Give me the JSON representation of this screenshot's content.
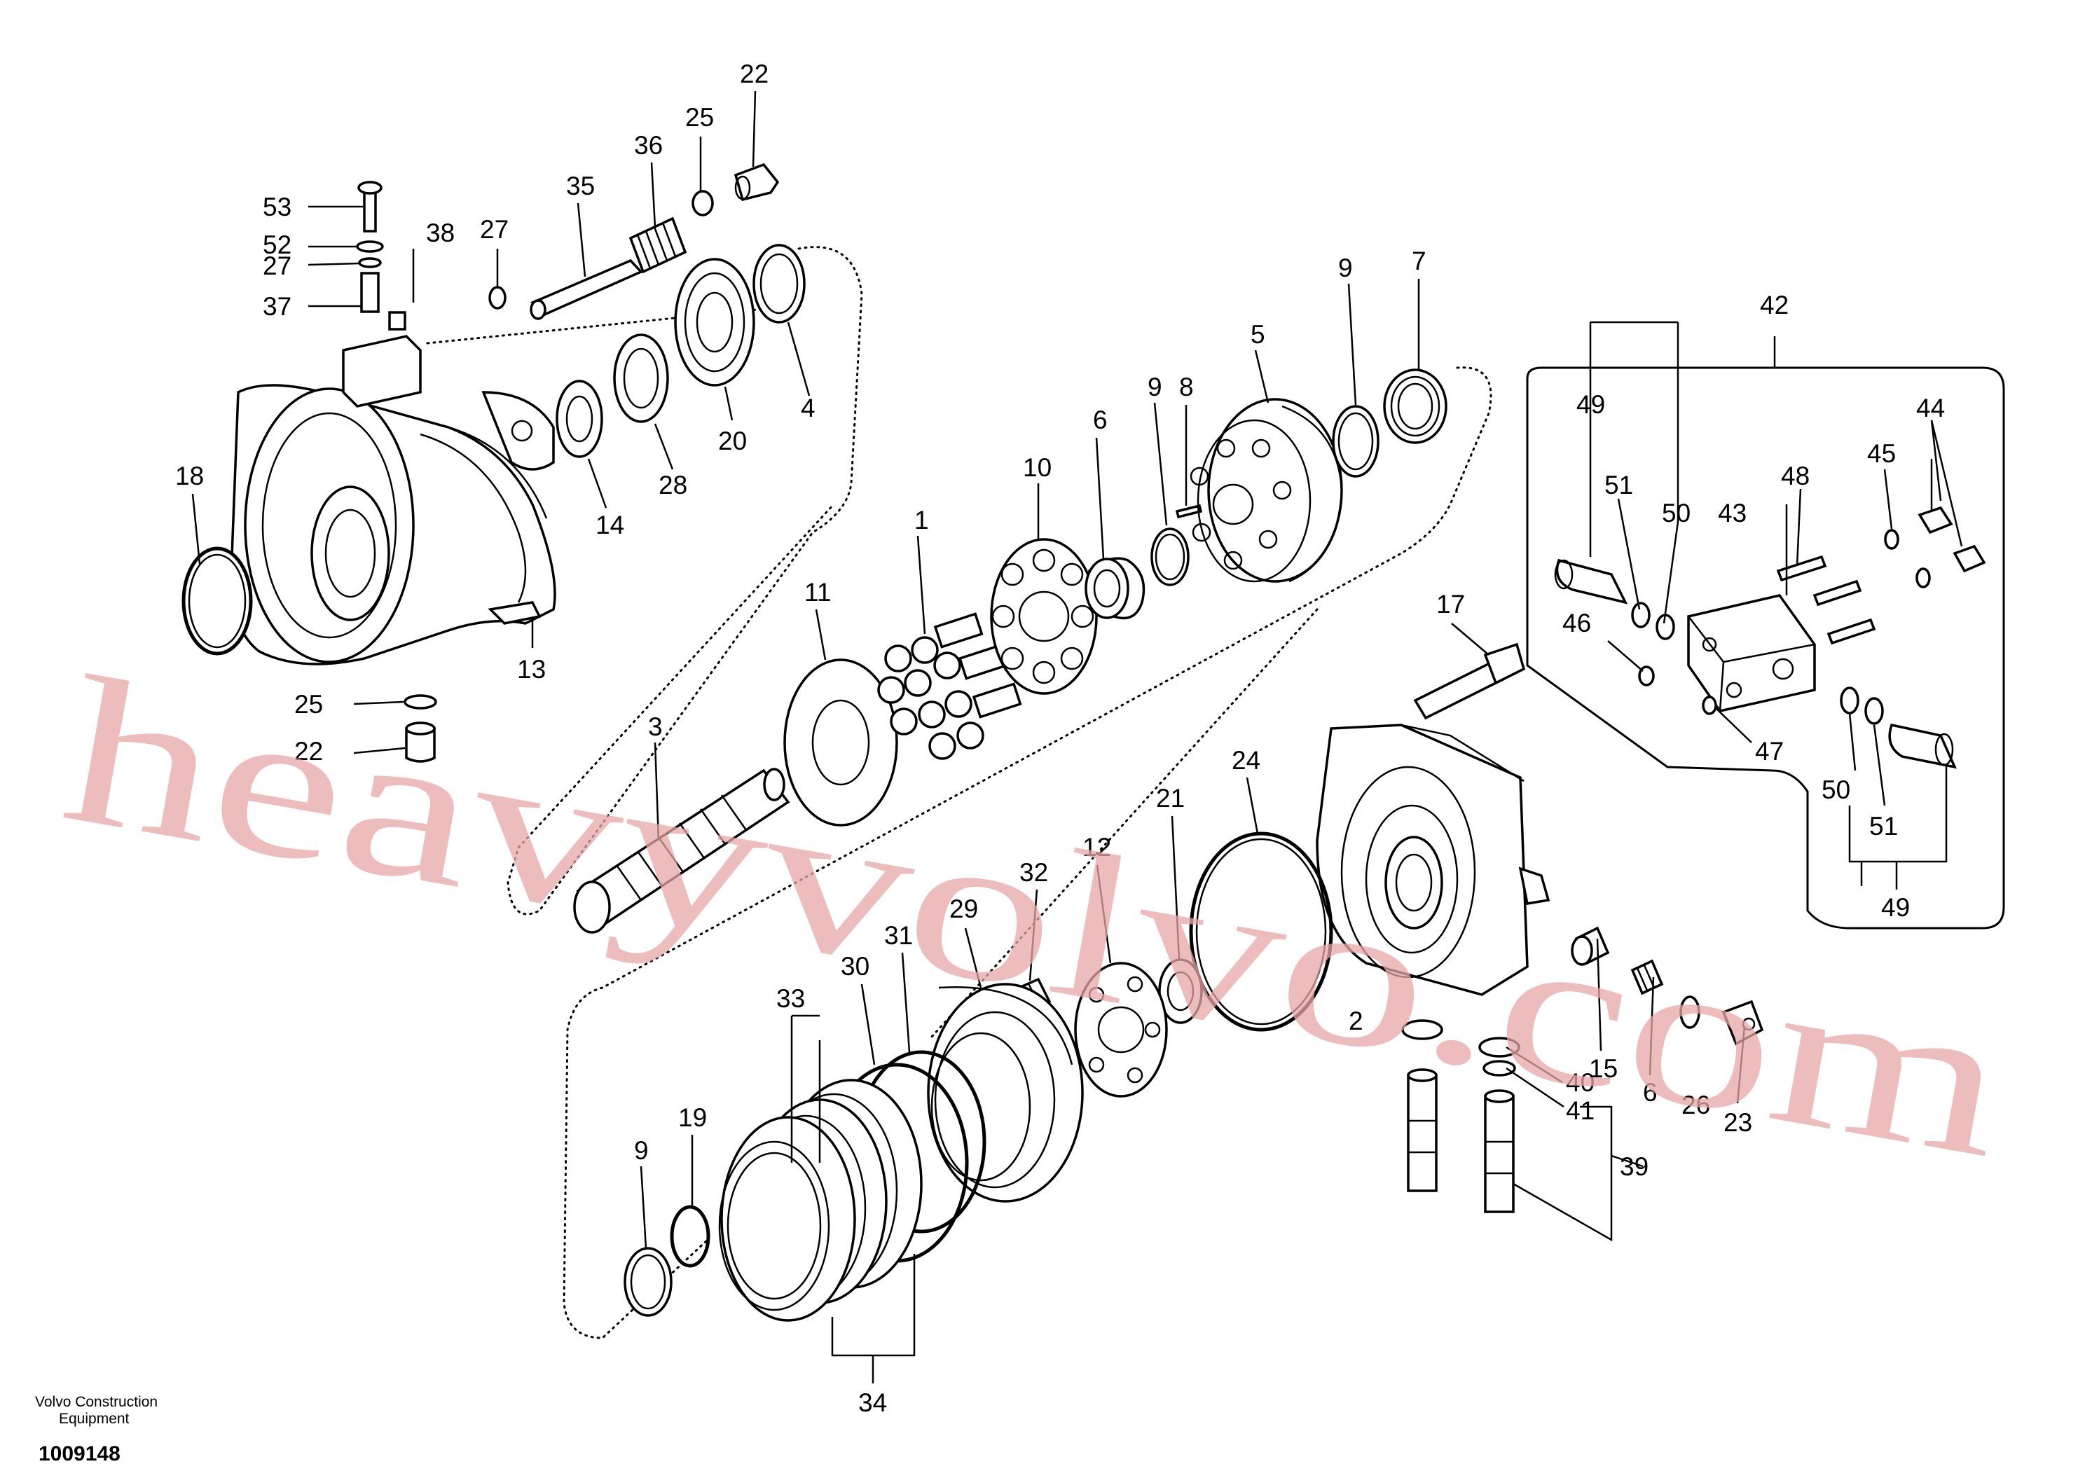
{
  "callouts": {
    "c1": "1",
    "c2": "2",
    "c3": "3",
    "c4": "4",
    "c5": "5",
    "c6": "6",
    "c7": "7",
    "c8": "8",
    "c9": "9",
    "c10": "10",
    "c11": "11",
    "c12": "12",
    "c13": "13",
    "c14": "14",
    "c15": "15",
    "c17": "17",
    "c18": "18",
    "c19": "19",
    "c20": "20",
    "c21": "21",
    "c22": "22",
    "c23": "23",
    "c24": "24",
    "c25": "25",
    "c26": "26",
    "c27": "27",
    "c28": "28",
    "c29": "29",
    "c30": "30",
    "c31": "31",
    "c32": "32",
    "c33": "33",
    "c34": "34",
    "c35": "35",
    "c36": "36",
    "c37": "37",
    "c38": "38",
    "c39": "39",
    "c40": "40",
    "c41": "41",
    "c42": "42",
    "c43": "43",
    "c44": "44",
    "c45": "45",
    "c46": "46",
    "c47": "47",
    "c48": "48",
    "c49": "49",
    "c50": "50",
    "c51": "51",
    "c52": "52",
    "c53": "53"
  },
  "footer": {
    "line1": "Volvo Construction",
    "line2": "Equipment",
    "number": "1009148"
  },
  "watermark": "heavyvolvo.com"
}
